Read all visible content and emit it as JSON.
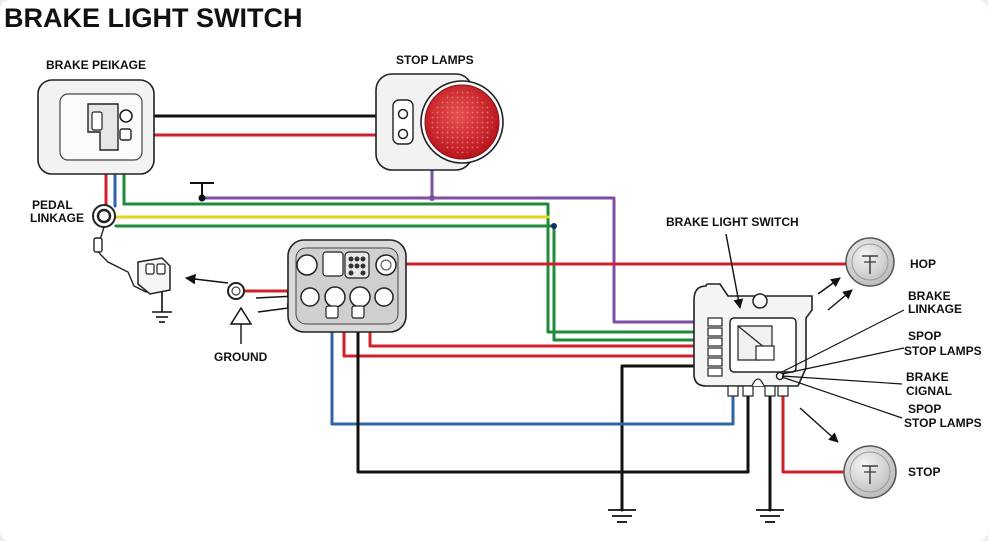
{
  "title": "BRAKE LIGHT SWITCH",
  "labels": {
    "brake_pedal": "BRAKE PEIKAGE",
    "stop_lamps_top": "STOP LAMPS",
    "pedal_linkage_1": "PEDAL",
    "pedal_linkage_2": "LINKAGE",
    "ground": "GROUND",
    "brake_light_switch": "BRAKE LIGHT SWITCH",
    "hop": "HOP",
    "brake_linkage_1": "BRAKE",
    "brake_linkage_2": "LINKAGE",
    "spop_1a": "SPOP",
    "spop_1b": "STOP LAMPS",
    "brake_cignal_1": "BRAKE",
    "brake_cignal_2": "CIGNAL",
    "spop_2a": "SPOP",
    "spop_2b": "STOP LAMPS",
    "stop": "STOP"
  },
  "colors": {
    "red": "#d0212b",
    "black": "#111111",
    "green": "#1f8a3a",
    "yellow": "#e8d21a",
    "blue": "#2f63a8",
    "purple": "#7b4fa6",
    "lamp": "#d8252b"
  }
}
